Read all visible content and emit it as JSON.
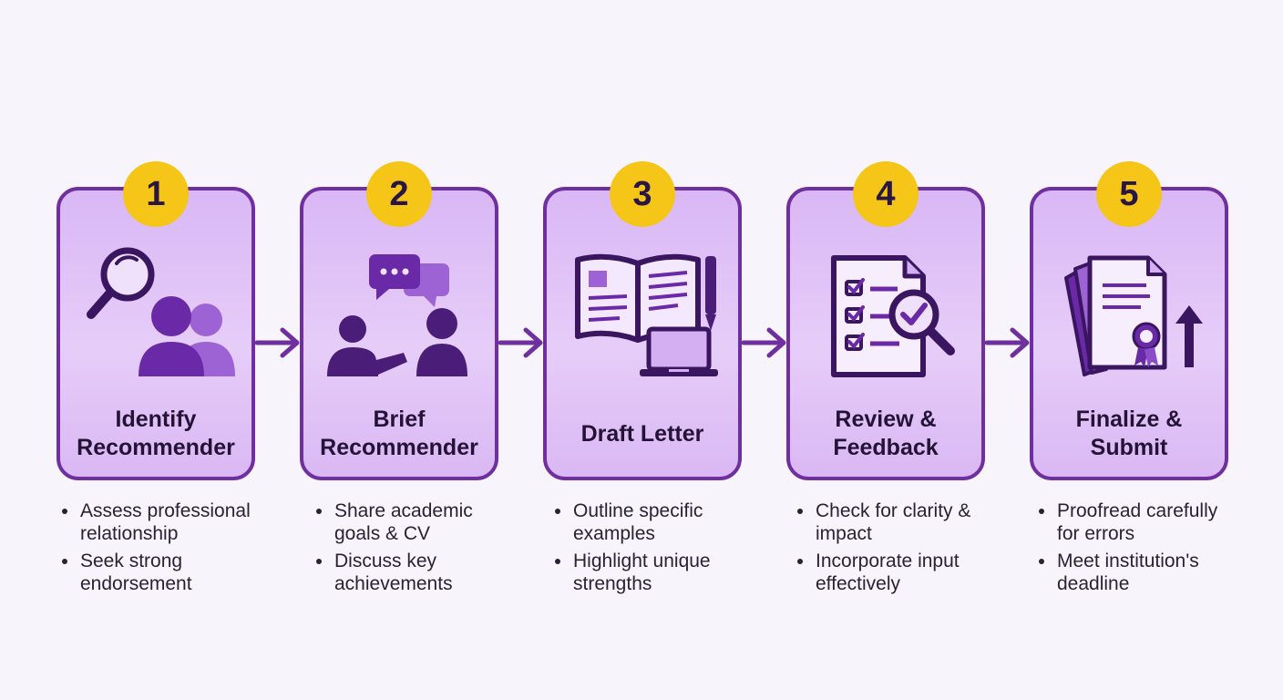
{
  "colors": {
    "background": "#f7f5fb",
    "card_border": "#6f2f9e",
    "card_fill": "#dfc2f6",
    "badge": "#f5c518",
    "icon_dark": "#4a1d78",
    "icon_mid": "#8a4cc7"
  },
  "steps": [
    {
      "number": "1",
      "title_line1": "Identify",
      "title_line2": "Recommender",
      "icon": "magnifier-people-icon",
      "bullets": [
        "Assess professional relationship",
        "Seek strong endorsement"
      ]
    },
    {
      "number": "2",
      "title_line1": "Brief",
      "title_line2": "Recommender",
      "icon": "conversation-icon",
      "bullets": [
        "Share academic goals & CV",
        "Discuss key achievements"
      ]
    },
    {
      "number": "3",
      "title_line1": "Draft Letter",
      "title_line2": "",
      "icon": "book-laptop-pen-icon",
      "bullets": [
        "Outline specific examples",
        "Highlight unique strengths"
      ]
    },
    {
      "number": "4",
      "title_line1": "Review &",
      "title_line2": "Feedback",
      "icon": "checklist-magnifier-icon",
      "bullets": [
        "Check for clarity & impact",
        "Incorporate input effectively"
      ]
    },
    {
      "number": "5",
      "title_line1": "Finalize &",
      "title_line2": "Submit",
      "icon": "document-seal-upload-icon",
      "bullets": [
        "Proofread carefully for errors",
        "Meet institution's deadline"
      ]
    }
  ]
}
